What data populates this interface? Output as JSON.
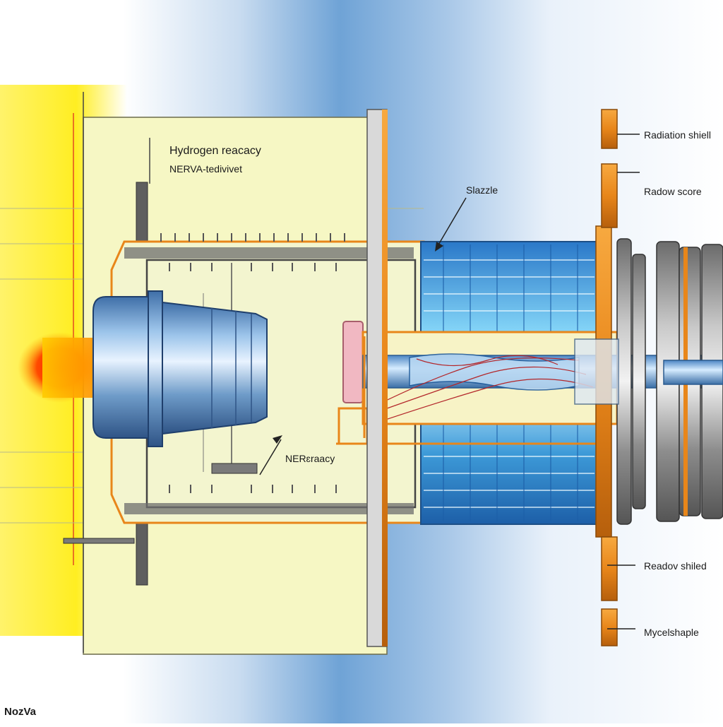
{
  "labels": {
    "title": "Hydrogen reacacy",
    "subtitle": "NERVA-tedivivet",
    "nozzle": "Slazzle",
    "reactor": "NERɛraacy",
    "radiation_shield": "Radiation shiell",
    "radow_score": "Radow score",
    "readov_shield": "Readov shiled",
    "mycel_shaple": "Mycelshaple",
    "corner_mark": "NozVa"
  },
  "colors": {
    "background_blue": "#6fa3d6",
    "core_glow_red": "#ff2a00",
    "glow_yellow": "#ffee22",
    "housing_yellow": "#f6f7c4",
    "outline_orange": "#e8861a",
    "metal_steel": "#6f9cc9",
    "frame_dark": "#555555"
  }
}
